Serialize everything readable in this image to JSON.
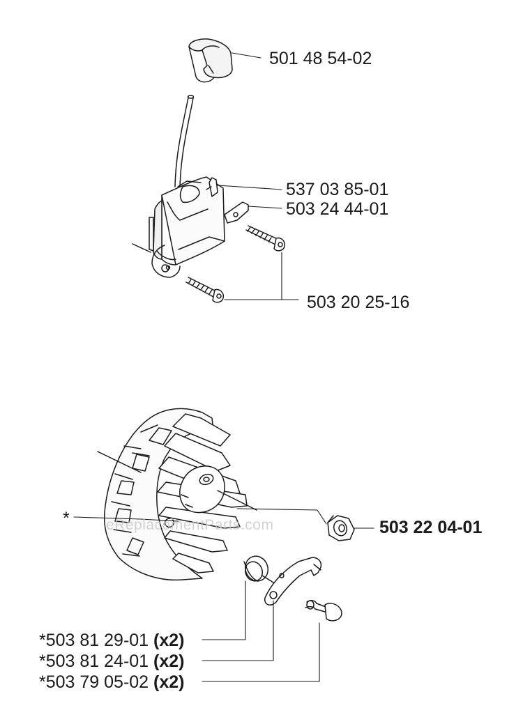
{
  "watermark": "eReplacementParts.com",
  "labels": {
    "cap": "501 48 54-02",
    "terminal": "537 03 85-01",
    "bracket": "503 24 44-01",
    "screws": "503 20 25-16",
    "nut": "503 22 04-01",
    "flywheel": "*",
    "spring": "*503 81 29-01",
    "pawl": "*503 81 24-01",
    "pin": "*503 79 05-02",
    "quantity": "(x2)"
  }
}
